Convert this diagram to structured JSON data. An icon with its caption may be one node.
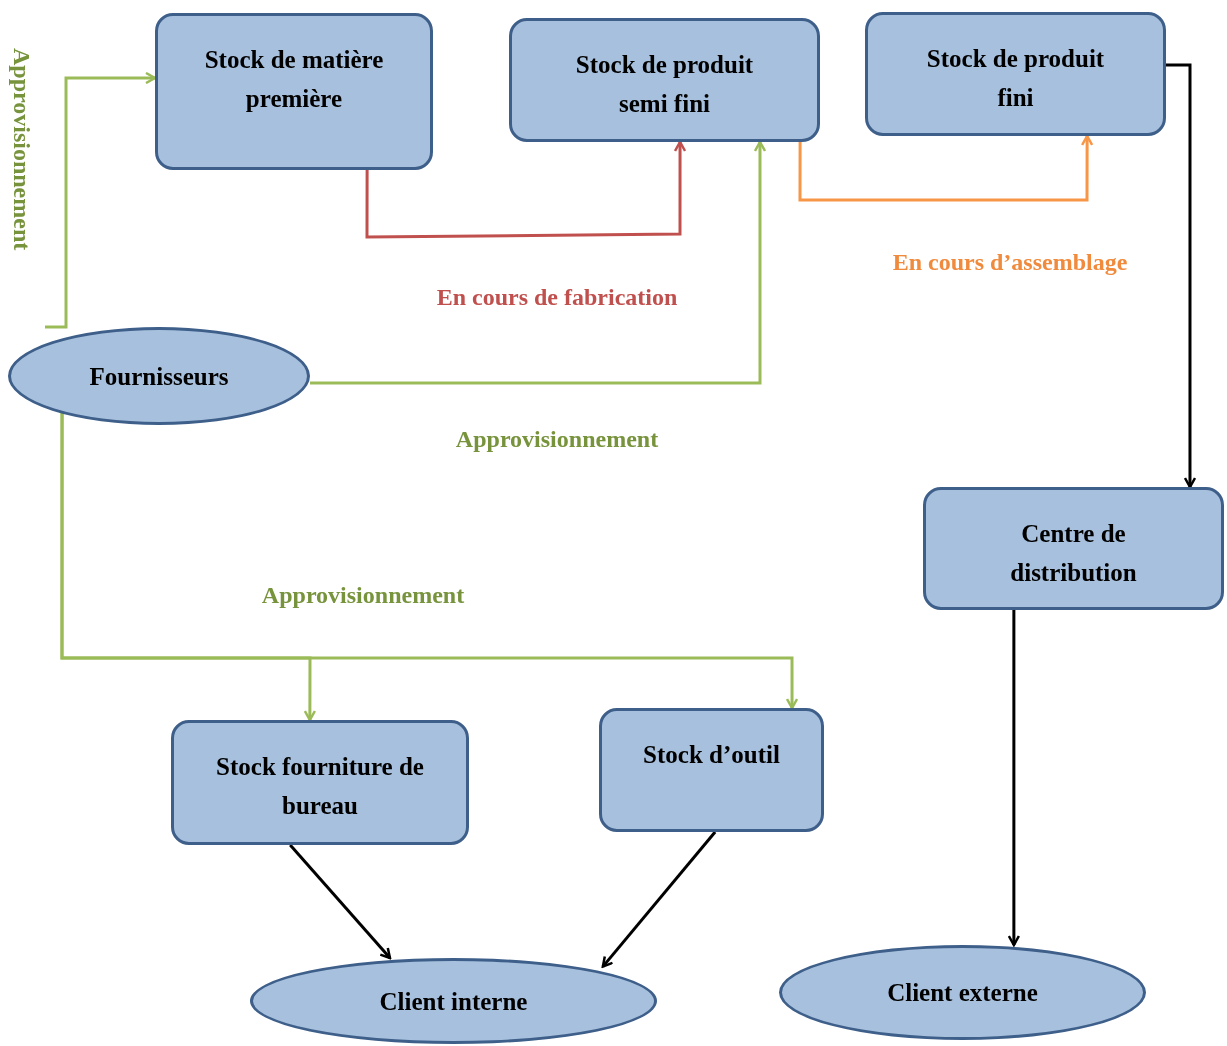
{
  "diagram": {
    "nodes": [
      {
        "text": [
          "Stock de matière première"
        ]
      },
      {
        "text": [
          "Stock de produit semi fini"
        ]
      },
      {
        "text": [
          "Stock de produit fini"
        ]
      },
      {
        "text": [
          "Fournisseurs"
        ]
      },
      {
        "text": [
          "Centre de distribution"
        ]
      },
      {
        "text": [
          "Stock fourniture de bureau"
        ]
      },
      {
        "text": [
          "Stock d’outil"
        ]
      },
      {
        "text": [
          "Client interne"
        ]
      },
      {
        "text": [
          "Client externe"
        ]
      }
    ],
    "edges": [
      {
        "from": 3,
        "to": 0,
        "arrow": "to",
        "label": "Approvisionnement",
        "color": "#9bbb59"
      },
      {
        "from": 0,
        "to": 1,
        "arrow": "to",
        "label": "En cours de fabrication",
        "color": "#c0504d"
      },
      {
        "from": 1,
        "to": 2,
        "arrow": "to",
        "label": "En cours d’assemblage",
        "color": "#f79646"
      },
      {
        "from": 3,
        "to": 1,
        "arrow": "to",
        "label": "Approvisionnement",
        "color": "#9bbb59"
      },
      {
        "from": 3,
        "to": 5,
        "arrow": "to",
        "label": "Approvisionnement",
        "color": "#9bbb59"
      },
      {
        "from": 3,
        "to": 6,
        "arrow": "to",
        "color": "#9bbb59"
      },
      {
        "from": 2,
        "to": 4,
        "arrow": "to",
        "color": "#000000"
      },
      {
        "from": 5,
        "to": 7,
        "arrow": "to",
        "color": "#000000"
      },
      {
        "from": 6,
        "to": 7,
        "arrow": "to",
        "color": "#000000"
      },
      {
        "from": 4,
        "to": 8,
        "arrow": "to",
        "color": "#000000"
      }
    ]
  }
}
